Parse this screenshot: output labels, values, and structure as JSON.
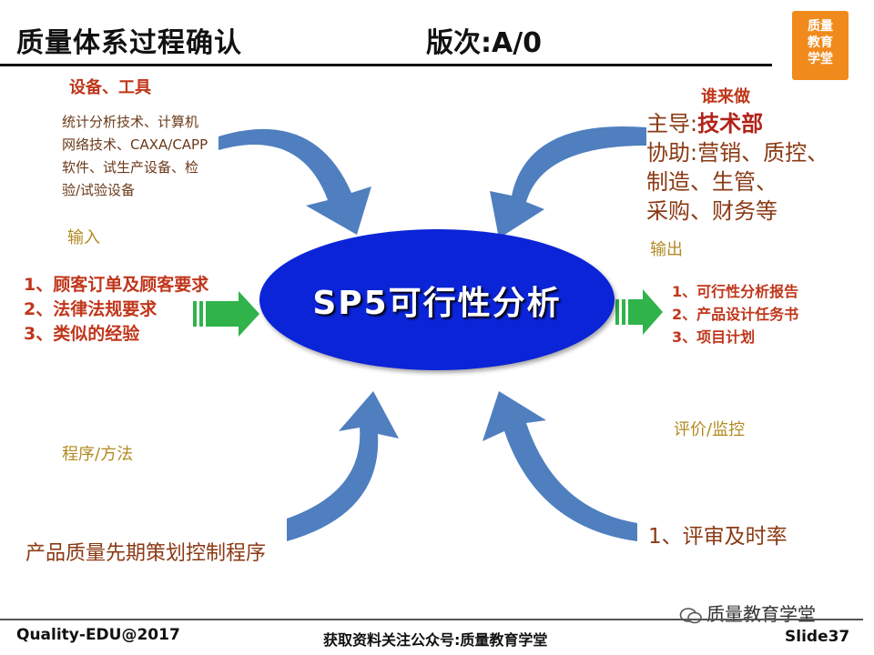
{
  "header": {
    "title": "质量体系过程确认",
    "version": "版次:A/0",
    "logo_text": [
      "质量",
      "教育",
      "学堂"
    ]
  },
  "equipment": {
    "label": "设备、工具",
    "lines": [
      "统计分析技术、计算机",
      "网络技术、CAXA/CAPP",
      "软件、试生产设备、检",
      "验/试验设备"
    ]
  },
  "who": {
    "label": "谁来做",
    "lead_prefix": "主导:",
    "lead_value": "技术部",
    "assist_lines": [
      "协助:营销、质控、",
      "制造、生管、",
      "采购、财务等"
    ]
  },
  "input": {
    "label": "输入",
    "items": [
      "1、顾客订单及顾客要求",
      "2、法律法规要求",
      "3、类似的经验"
    ]
  },
  "output": {
    "label": "输出",
    "items": [
      "1、可行性分析报告",
      "2、产品设计任务书",
      "3、项目计划"
    ]
  },
  "center": {
    "label": "SP5可行性分析"
  },
  "method": {
    "label": "程序/方法",
    "value": "产品质量先期策划控制程序"
  },
  "evaluation": {
    "label": "评价/监控",
    "value": "1、评审及时率"
  },
  "footer": {
    "left": "Quality-EDU@2017",
    "center": "获取资料关注公众号:质量教育学堂",
    "wechat": "质量教育学堂",
    "slide": "Slide37"
  },
  "colors": {
    "ellipse": "#0b24d8",
    "arrow_blue": "#4f7fbf",
    "arrow_green": "#2fb34a",
    "logo": "#f08a1c"
  }
}
